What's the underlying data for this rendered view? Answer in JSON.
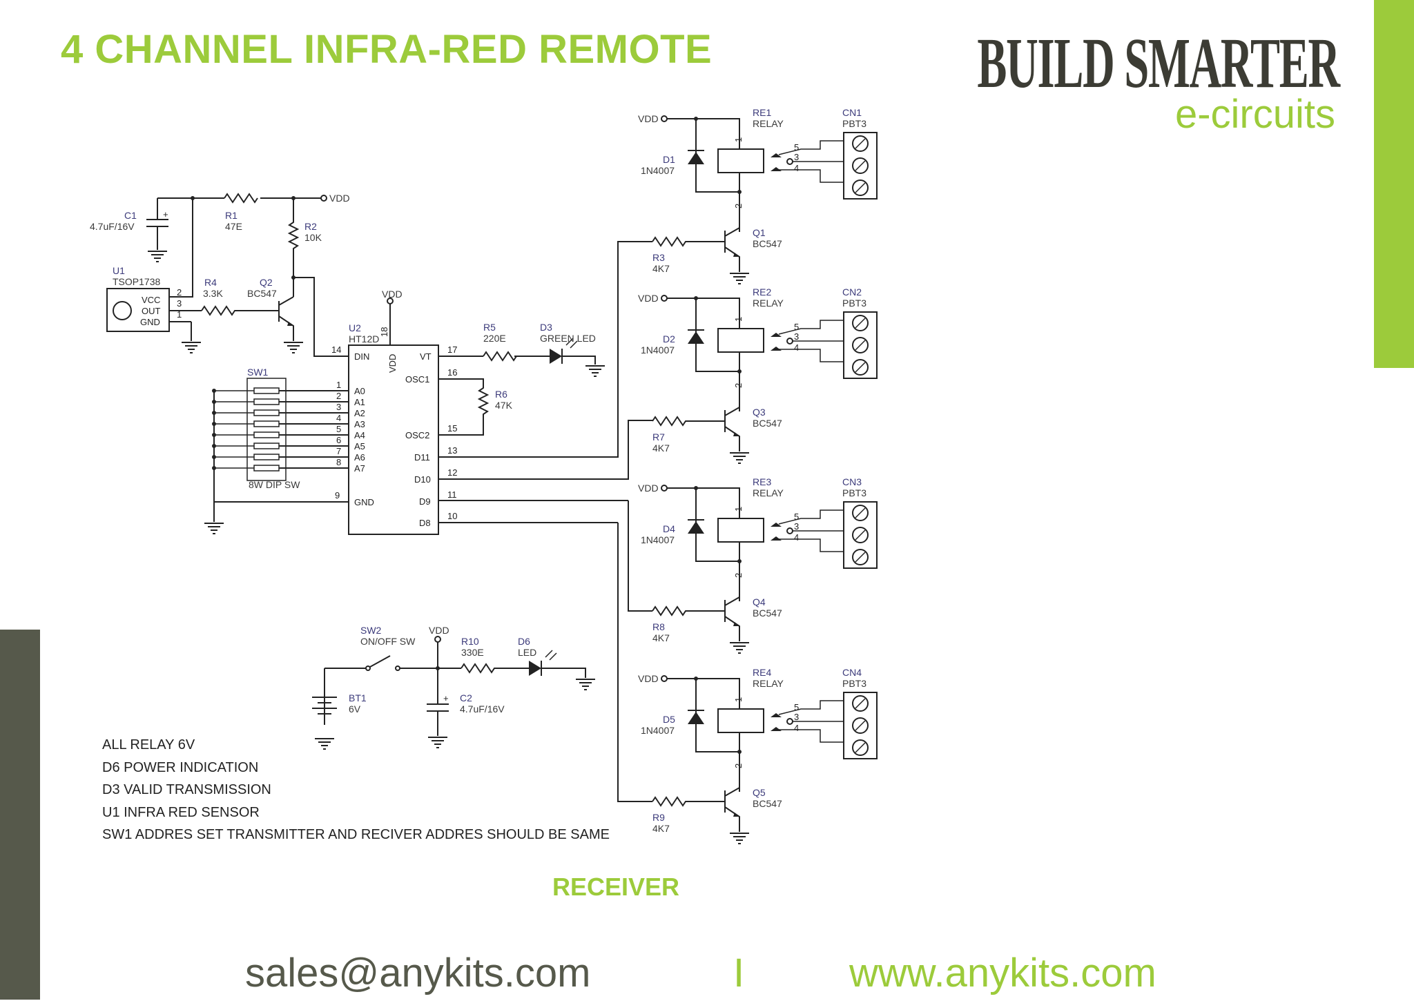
{
  "header": {
    "title": "4 CHANNEL INFRA-RED REMOTE",
    "brand": "BUILD SMARTER",
    "brand_sub": "e-circuits"
  },
  "colors": {
    "accent_green": "#9ccb3b",
    "dark_gray": "#56594b"
  },
  "power": {
    "vdd": "VDD"
  },
  "components": {
    "c1": {
      "ref": "C1",
      "value": "4.7uF/16V"
    },
    "r1": {
      "ref": "R1",
      "value": "47E"
    },
    "r2": {
      "ref": "R2",
      "value": "10K"
    },
    "u1": {
      "ref": "U1",
      "value": "TSOP1738",
      "pins": [
        "VCC",
        "OUT",
        "GND"
      ],
      "pin_numbers": [
        "2",
        "3",
        "1"
      ]
    },
    "r4": {
      "ref": "R4",
      "value": "3.3K"
    },
    "q2": {
      "ref": "Q2",
      "value": "BC547"
    },
    "u2": {
      "ref": "U2",
      "value": "HT12D"
    },
    "sw1": {
      "ref": "SW1",
      "value": "8W DIP SW"
    },
    "r5": {
      "ref": "R5",
      "value": "220E"
    },
    "d3": {
      "ref": "D3",
      "value": "GREEN LED"
    },
    "r6": {
      "ref": "R6",
      "value": "47K"
    },
    "sw2": {
      "ref": "SW2",
      "value": "ON/OFF SW"
    },
    "r10": {
      "ref": "R10",
      "value": "330E"
    },
    "d6": {
      "ref": "D6",
      "value": "LED"
    },
    "bt1": {
      "ref": "BT1",
      "value": "6V"
    },
    "c2": {
      "ref": "C2",
      "value": "4.7uF/16V"
    }
  },
  "ic_pins": {
    "din": "DIN",
    "vdd": "VDD",
    "vt": "VT",
    "osc1": "OSC1",
    "osc2": "OSC2",
    "gnd": "GND",
    "d11": "D11",
    "d10": "D10",
    "d9": "D9",
    "d8": "D8",
    "address": [
      "A0",
      "A1",
      "A2",
      "A3",
      "A4",
      "A5",
      "A6",
      "A7"
    ],
    "address_numbers": [
      "1",
      "2",
      "3",
      "4",
      "5",
      "6",
      "7",
      "8"
    ],
    "num_din": "14",
    "num_vdd": "18",
    "num_vt": "17",
    "num_osc1": "16",
    "num_osc2": "15",
    "num_gnd": "9",
    "num_d11": "13",
    "num_d10": "12",
    "num_d9": "11",
    "num_d8": "10"
  },
  "channels": [
    {
      "relay": "RE1",
      "relay_value": "RELAY",
      "conn": "CN1",
      "conn_value": "PBT3",
      "diode": "D1",
      "diode_value": "1N4007",
      "transistor": "Q1",
      "transistor_value": "BC547",
      "resistor": "R3",
      "resistor_value": "4K7"
    },
    {
      "relay": "RE2",
      "relay_value": "RELAY",
      "conn": "CN2",
      "conn_value": "PBT3",
      "diode": "D2",
      "diode_value": "1N4007",
      "transistor": "Q3",
      "transistor_value": "BC547",
      "resistor": "R7",
      "resistor_value": "4K7"
    },
    {
      "relay": "RE3",
      "relay_value": "RELAY",
      "conn": "CN3",
      "conn_value": "PBT3",
      "diode": "D4",
      "diode_value": "1N4007",
      "transistor": "Q4",
      "transistor_value": "BC547",
      "resistor": "R8",
      "resistor_value": "4K7"
    },
    {
      "relay": "RE4",
      "relay_value": "RELAY",
      "conn": "CN4",
      "conn_value": "PBT3",
      "diode": "D5",
      "diode_value": "1N4007",
      "transistor": "Q5",
      "transistor_value": "BC547",
      "resistor": "R9",
      "resistor_value": "4K7"
    }
  ],
  "relay_pins": {
    "coil_top": "1",
    "coil_bottom": "2",
    "contacts": [
      "5",
      "3",
      "4"
    ]
  },
  "notes": [
    "ALL RELAY 6V",
    "D6 POWER INDICATION",
    "D3 VALID TRANSMISSION",
    "U1 INFRA RED SENSOR",
    "SW1  ADDRES SET TRANSMITTER AND RECIVER ADDRES SHOULD BE SAME"
  ],
  "section_label": "RECEIVER",
  "footer": {
    "email": "sales@anykits.com",
    "separator": "I",
    "website": "www.anykits.com"
  }
}
